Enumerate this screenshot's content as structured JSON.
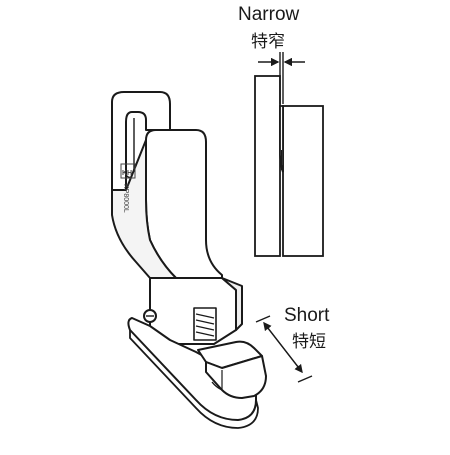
{
  "annotations": {
    "narrow_en": "Narrow",
    "narrow_zh": "特窄",
    "short_en": "Short",
    "short_zh": "特短"
  },
  "part": {
    "logo": "KH",
    "model_code": "KP8000L"
  },
  "colors": {
    "line": "#1a1a1a",
    "fill": "#ffffff",
    "shade": "#e6e6e6"
  }
}
